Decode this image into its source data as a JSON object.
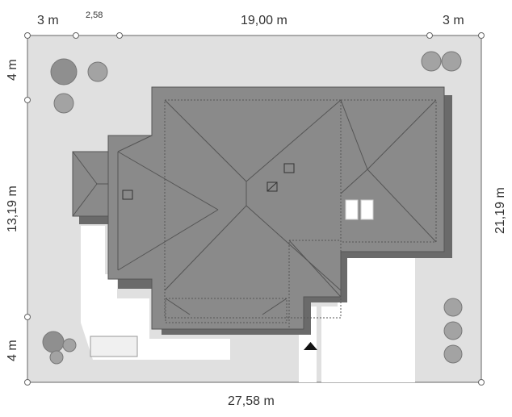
{
  "dimensions": {
    "top_left": "3 m",
    "top_small": "2,58",
    "top_main": "19,00 m",
    "top_right": "3 m",
    "left_top": "4 m",
    "left_mid": "13,19 m",
    "left_bottom": "4 m",
    "right_total": "21,19 m",
    "bottom_total": "27,58 m"
  },
  "colors": {
    "plot": "#e0e0e0",
    "roof": "#8a8a8a",
    "roof_lines": "#555555",
    "shadow": "#6a6a6a",
    "paving": "#ffffff",
    "tree": "#9a9a9a"
  }
}
